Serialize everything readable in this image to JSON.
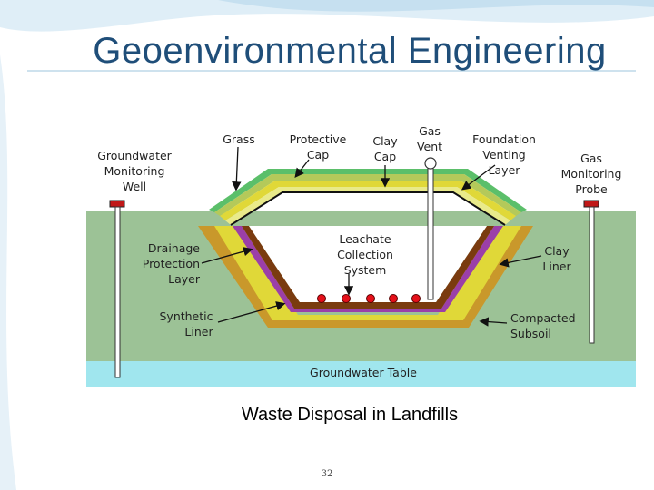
{
  "slide": {
    "title": "Geoenvironmental Engineering",
    "caption": "Waste Disposal in Landfills",
    "page_number": "32"
  },
  "diagram": {
    "labels": {
      "groundwater_monitoring_well": [
        "Groundwater",
        "Monitoring",
        "Well"
      ],
      "grass": [
        "Grass"
      ],
      "protective_cap": [
        "Protective",
        "Cap"
      ],
      "clay_cap": [
        "Clay",
        "Cap"
      ],
      "gas_vent": [
        "Gas",
        "Vent"
      ],
      "foundation_venting_layer": [
        "Foundation",
        "Venting",
        "Layer"
      ],
      "gas_monitoring_probe": [
        "Gas",
        "Monitoring",
        "Probe"
      ],
      "drainage_protection_layer": [
        "Drainage",
        "Protection",
        "Layer"
      ],
      "leachate_collection_system": [
        "Leachate",
        "Collection",
        "System"
      ],
      "clay_liner": [
        "Clay",
        "Liner"
      ],
      "synthetic_liner": [
        "Synthetic",
        "Liner"
      ],
      "compacted_subsoil": [
        "Compacted",
        "Subsoil"
      ],
      "groundwater_table": [
        "Groundwater Table"
      ]
    },
    "colors": {
      "ground": "#9cc296",
      "water": "#a0e6ee",
      "grass": "#5bbf6a",
      "protective_cap": "#b4c95a",
      "clay": "#e0d838",
      "venting": "#e9ea8a",
      "subsoil": "#c9982b",
      "drainage": "#7a3b0f",
      "synthetic": "#9b3fa8",
      "leachate_pipe": "#e5101a"
    }
  }
}
